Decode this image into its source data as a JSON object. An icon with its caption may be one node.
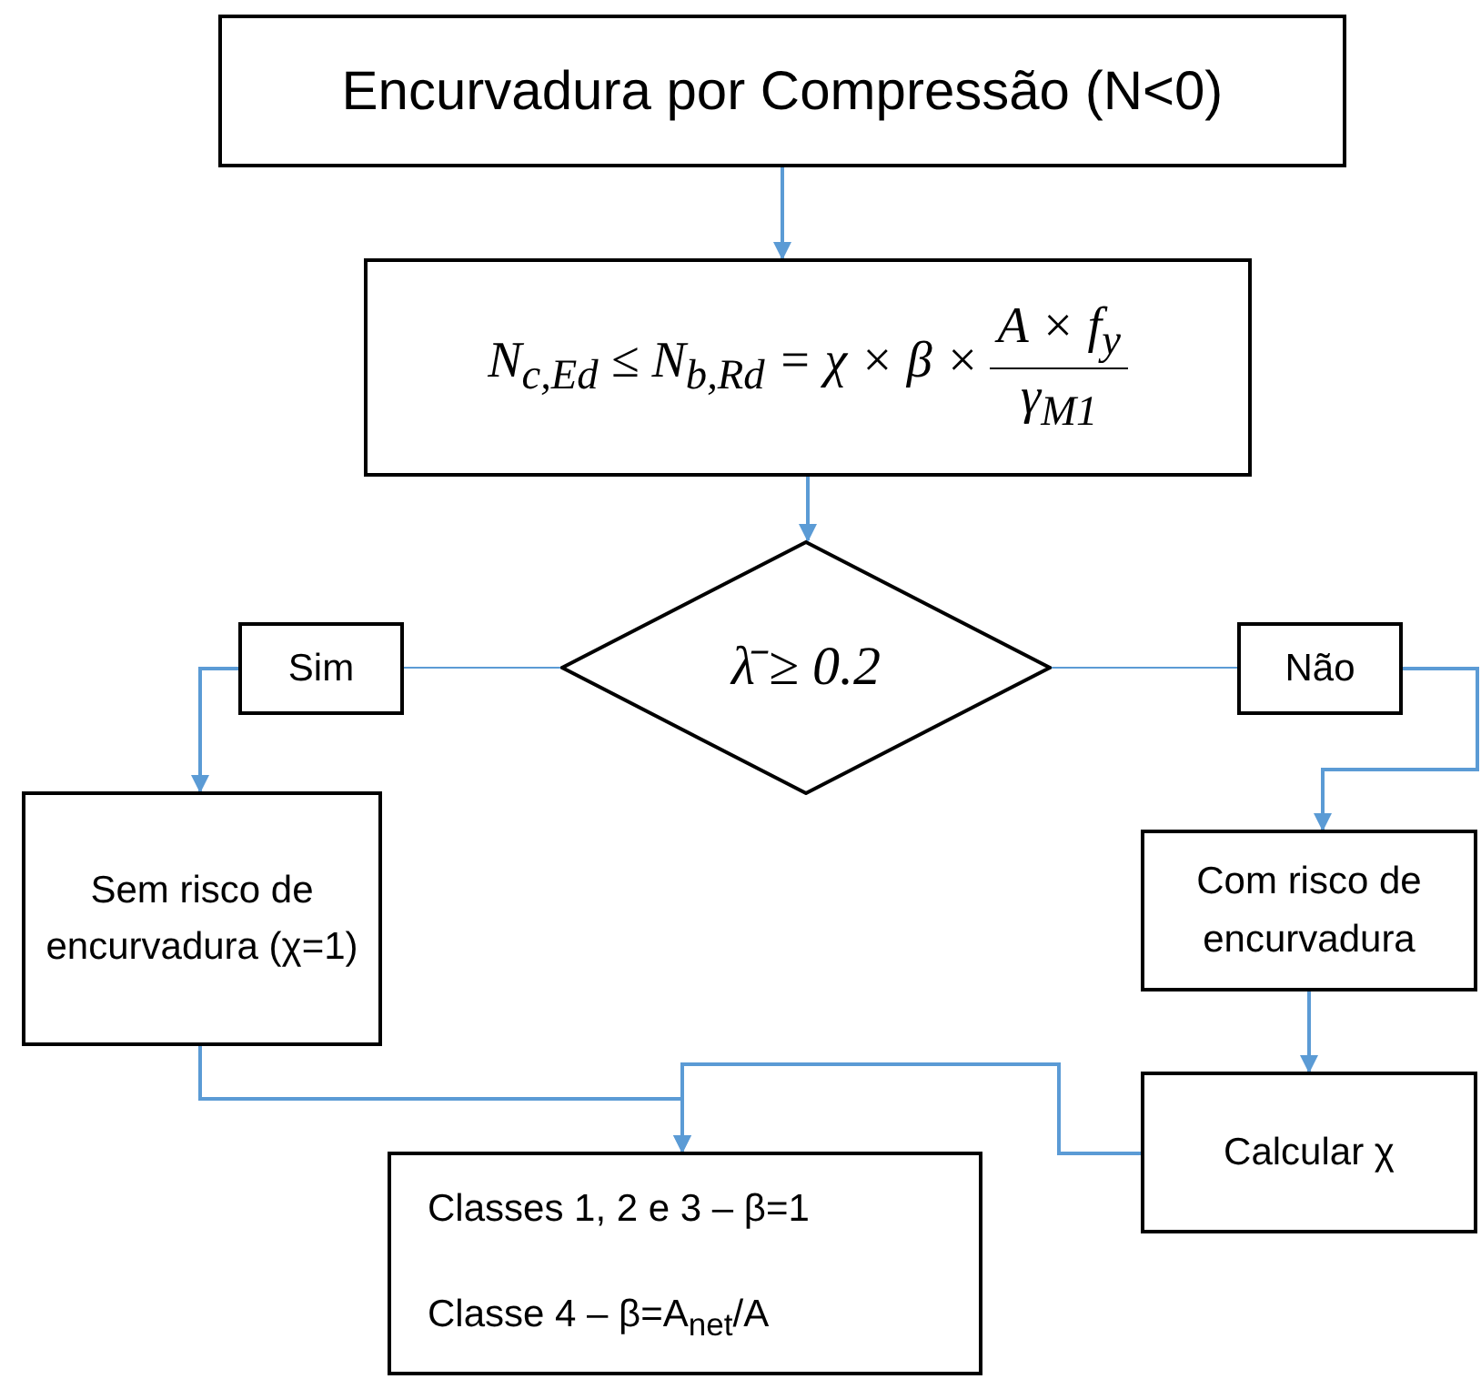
{
  "diagram": {
    "nodes": [
      {
        "text": [
          "Encurvadura por Compressão (N<0)"
        ]
      },
      {
        "text": [
          "N$_{c,Ed}$ ≤ N$_{b,Rd}$ = χ × β ×",
          "A × f$_{y}$",
          "γ$_{M1}$"
        ]
      },
      {
        "text": [
          "λ̄ ≥ 0.2"
        ]
      },
      {
        "text": [
          "Sim"
        ]
      },
      {
        "text": [
          "Não"
        ]
      },
      {
        "text": [
          "Sem risco de encurvadura (χ=1)"
        ]
      },
      {
        "text": [
          "Com risco de encurvadura"
        ]
      },
      {
        "text": [
          "Calcular χ"
        ]
      },
      {
        "text": [
          "Classes 1, 2 e 3 – β=1",
          "Classe 4 – β=A$_{net}$/A"
        ]
      }
    ],
    "edges": [
      {
        "from": 0,
        "to": 1,
        "arrow": "to"
      },
      {
        "from": 1,
        "to": 2,
        "arrow": "to"
      },
      {
        "from": 2,
        "to": 3,
        "arrow": "none"
      },
      {
        "from": 2,
        "to": 4,
        "arrow": "none"
      },
      {
        "from": 3,
        "to": 5,
        "arrow": "to"
      },
      {
        "from": 4,
        "to": 6,
        "arrow": "to"
      },
      {
        "from": 6,
        "to": 7,
        "arrow": "to"
      },
      {
        "from": 5,
        "to": 8,
        "arrow": "to"
      },
      {
        "from": 7,
        "to": 8,
        "arrow": "to"
      }
    ]
  }
}
